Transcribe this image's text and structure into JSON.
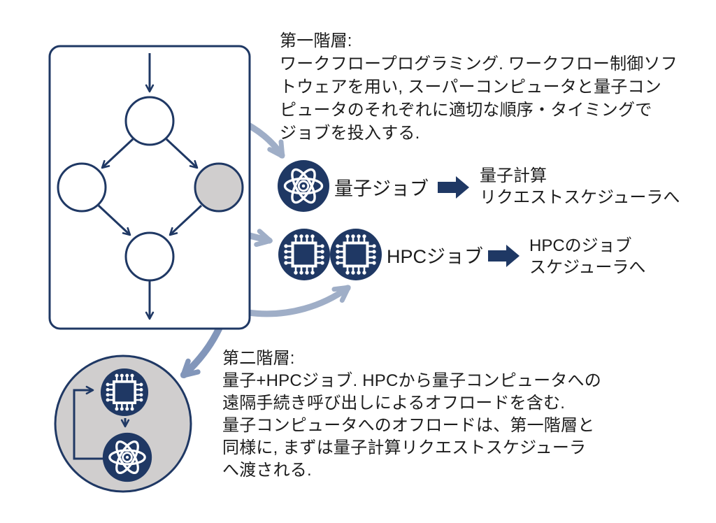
{
  "colors": {
    "navy": "#1F3864",
    "gray_fill": "#D0CECE",
    "connector_gray": "#9FAEC7",
    "connector_gray_dark": "#8296BA",
    "text": "#1c1c1c"
  },
  "tier1": {
    "title": "第一階層:",
    "body_lines": [
      "ワークフロープログラミング. ワークフロー制御ソフ",
      "トウェアを用い, スーパーコンピュータと量子コン",
      "ピュータのそれぞれに適切な順序・タイミングで",
      "ジョブを投入する."
    ],
    "quantum_row": {
      "label": "量子ジョブ",
      "dest_lines": [
        "量子計算",
        "リクエストスケジューラへ"
      ]
    },
    "hpc_row": {
      "label": "HPCジョブ",
      "dest_lines": [
        "HPCのジョブ",
        "スケジューラへ"
      ]
    }
  },
  "tier2": {
    "title": "第二階層:",
    "body_lines": [
      "量子+HPCジョブ. HPCから量子コンピュータへの",
      "遠隔手続き呼び出しによるオフロードを含む.",
      "量子コンピュータへのオフロードは、第一階層と",
      "同様に, まずは量子計算リクエストスケジューラ",
      "へ渡される."
    ]
  },
  "icons": {
    "quantum": "atom-icon",
    "hpc": "chip-icon"
  }
}
